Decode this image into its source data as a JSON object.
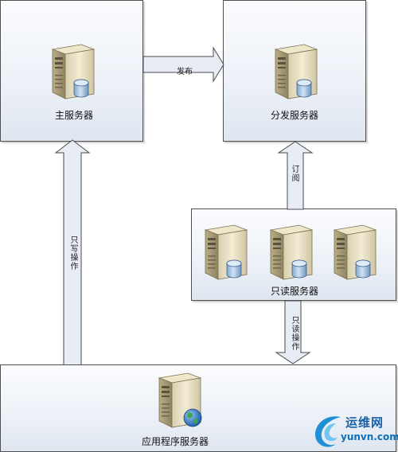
{
  "nodes": {
    "master": {
      "label": "主服务器"
    },
    "distribution": {
      "label": "分发服务器"
    },
    "readonly": {
      "label": "只读服务器"
    },
    "app": {
      "label": "应用程序服务器"
    }
  },
  "edges": {
    "publish": "发布",
    "subscribe": "订阅",
    "write_only": "只写操作",
    "read_only": "只读操作"
  },
  "watermark": {
    "cn": "运维网",
    "en": "yunvn.com"
  },
  "colors": {
    "arrow_fill": "#e8edf5",
    "arrow_stroke": "#4a4a4a",
    "server_body": "#e9e1c6",
    "db_cylinder": "#a8c6e0",
    "globe": "#2e78c4"
  },
  "icons": [
    "server-icon",
    "database-icon",
    "globe-icon",
    "swirl-logo-icon"
  ]
}
